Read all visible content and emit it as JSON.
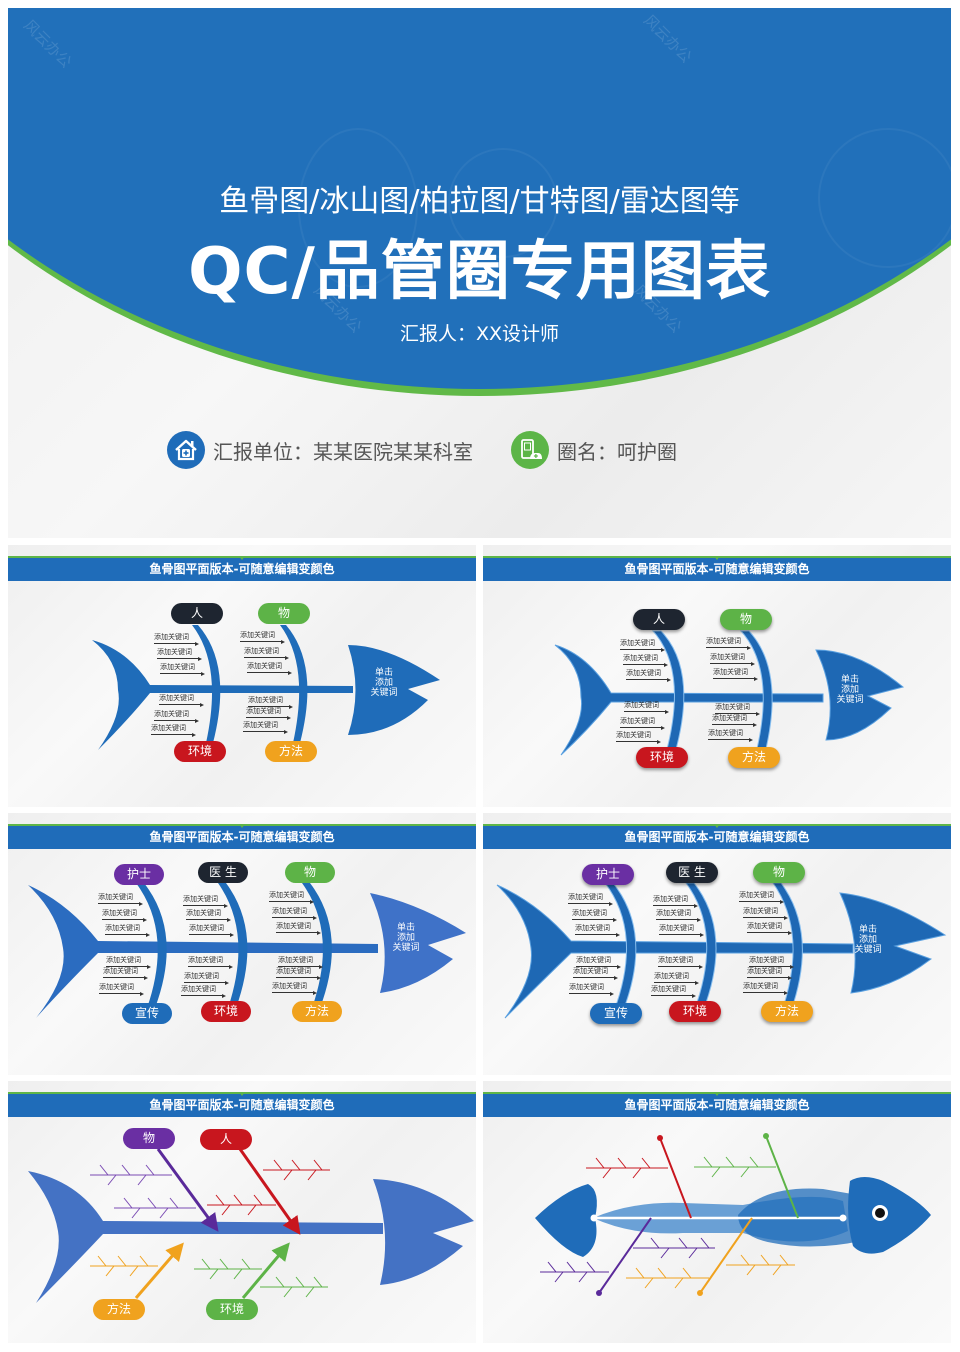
{
  "hero": {
    "subtitle": "鱼骨图/冰山图/柏拉图/甘特图/雷达图等",
    "title": "QC/品管圈专用图表",
    "presenter": "汇报人：XX设计师",
    "watermark": "风云办公",
    "unit": {
      "icon": "hospital-house-icon",
      "label": "汇报单位：某某医院某某科室",
      "color": "#1f6cb9"
    },
    "circle": {
      "icon": "phone-gamepad-icon",
      "label": "圈名：呵护圈",
      "color": "#5cb547"
    },
    "colors": {
      "primary": "#2170ba",
      "accent_green": "#61b948"
    }
  },
  "slides": [
    {
      "header": "鱼骨图平面版本-可随意编辑变颜色",
      "head_text": "单击\n添加\n关键词",
      "categories_top": [
        {
          "label": "人",
          "color": "#1e2530"
        },
        {
          "label": "物",
          "color": "#5db347"
        }
      ],
      "categories_bottom": [
        {
          "label": "环境",
          "color": "#c8161e"
        },
        {
          "label": "方法",
          "color": "#f0a21e"
        }
      ],
      "keyword": "添加关键词"
    },
    {
      "header": "鱼骨图平面版本-可随意编辑变颜色",
      "head_text": "单击\n添加\n关键词",
      "categories_top": [
        {
          "label": "人",
          "color": "#1e2530"
        },
        {
          "label": "物",
          "color": "#5db347"
        }
      ],
      "categories_bottom": [
        {
          "label": "环境",
          "color": "#c8161e"
        },
        {
          "label": "方法",
          "color": "#f0a21e"
        }
      ],
      "keyword": "添加关键词"
    },
    {
      "header": "鱼骨图平面版本-可随意编辑变颜色",
      "head_text": "单击\n添加\n关键词",
      "categories_top": [
        {
          "label": "护士",
          "color": "#6a2fa3"
        },
        {
          "label": "医 生",
          "color": "#1e2530"
        },
        {
          "label": "物",
          "color": "#5db347"
        }
      ],
      "categories_bottom": [
        {
          "label": "宣传",
          "color": "#1f6cb9"
        },
        {
          "label": "环境",
          "color": "#c8161e"
        },
        {
          "label": "方法",
          "color": "#f0a21e"
        }
      ],
      "keyword": "添加关键词"
    },
    {
      "header": "鱼骨图平面版本-可随意编辑变颜色",
      "head_text": "单击\n添加\n关键词",
      "categories_top": [
        {
          "label": "护士",
          "color": "#6a2fa3"
        },
        {
          "label": "医 生",
          "color": "#1e2530"
        },
        {
          "label": "物",
          "color": "#5db347"
        }
      ],
      "categories_bottom": [
        {
          "label": "宣传",
          "color": "#1f6cb9"
        },
        {
          "label": "环境",
          "color": "#c8161e"
        },
        {
          "label": "方法",
          "color": "#f0a21e"
        }
      ],
      "keyword": "添加关键词"
    },
    {
      "header": "鱼骨图平面版本-可随意编辑变颜色",
      "categories_top": [
        {
          "label": "物",
          "color": "#6a2fa3"
        },
        {
          "label": "人",
          "color": "#c8161e"
        }
      ],
      "categories_bottom": [
        {
          "label": "方法",
          "color": "#f0a21e"
        },
        {
          "label": "环境",
          "color": "#5db347"
        }
      ]
    },
    {
      "header": "鱼骨图平面版本-可随意编辑变颜色",
      "bone_colors": [
        "#c8161e",
        "#5db347",
        "#5a2a9a",
        "#f0a21e"
      ]
    }
  ]
}
